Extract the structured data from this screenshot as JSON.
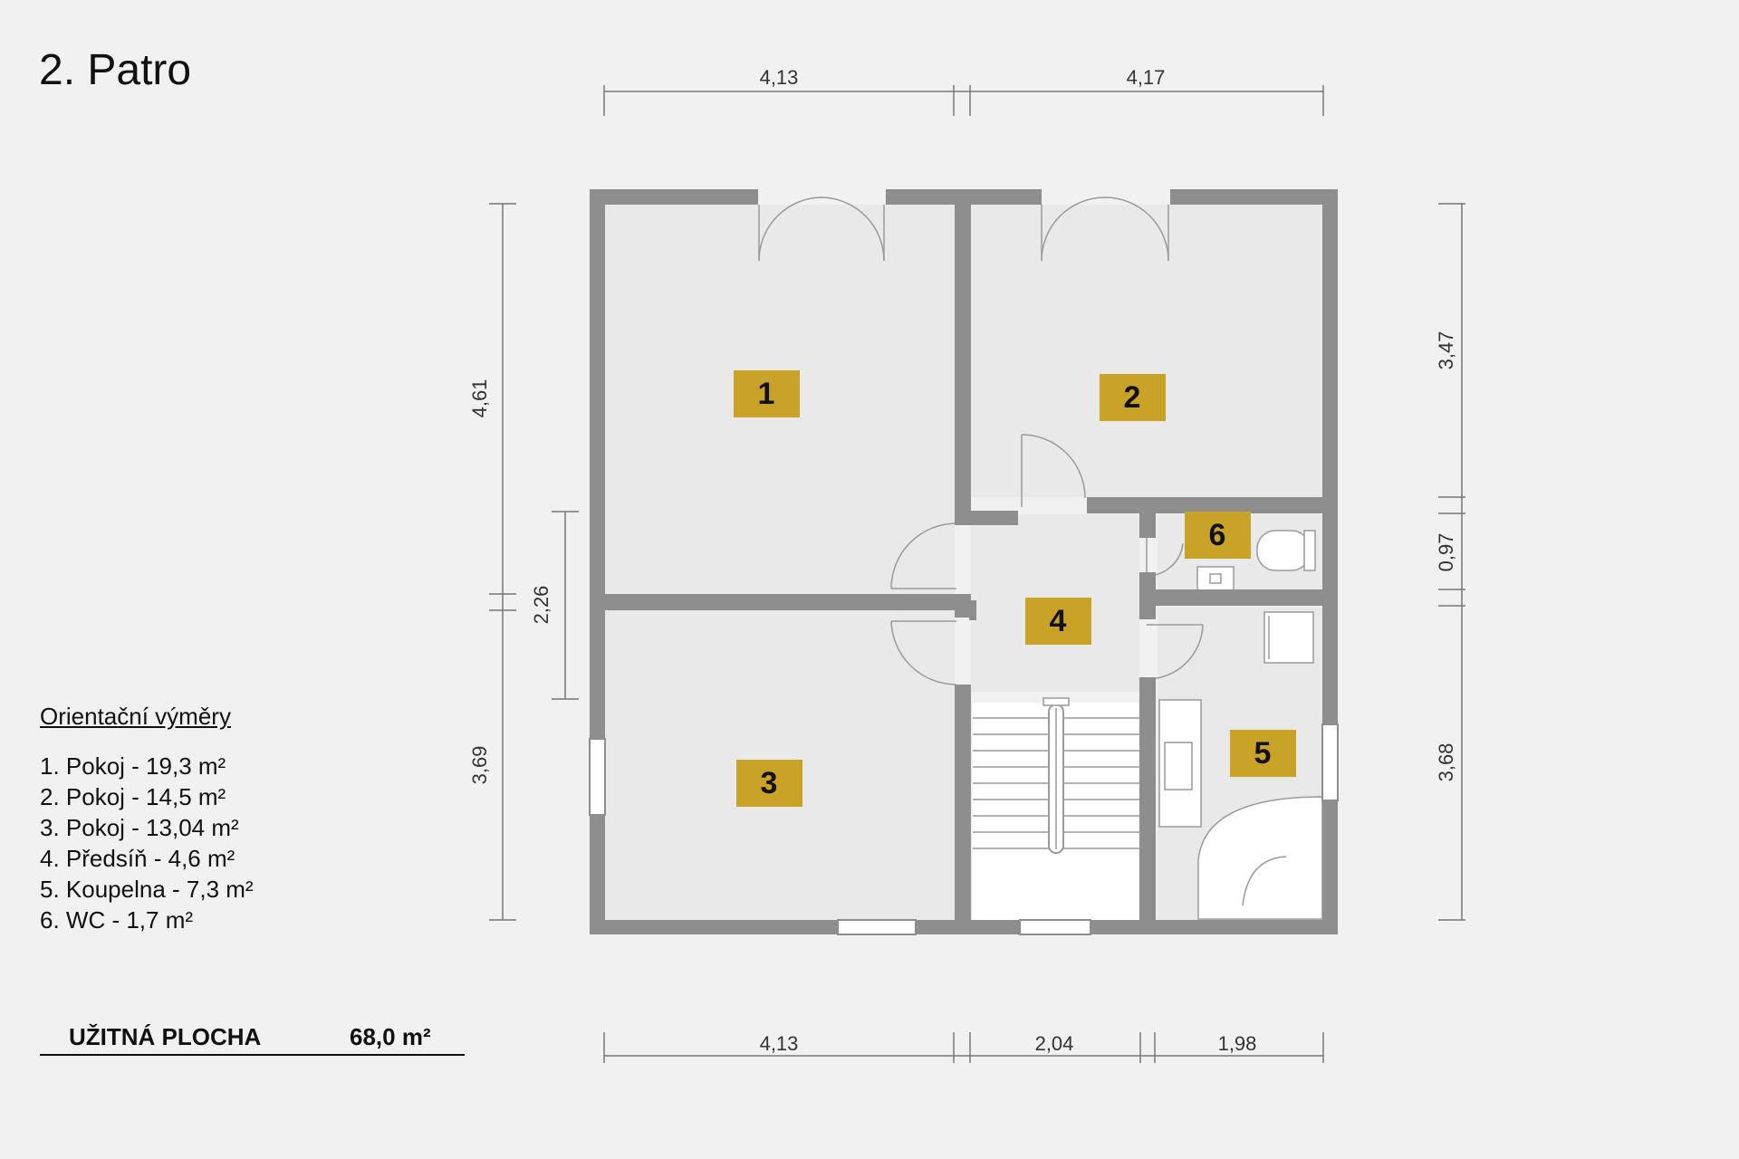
{
  "title": "2. Patro",
  "legend_title": "Orientační výměry",
  "rooms": [
    {
      "number": "1",
      "entry": "1. Pokoj - 19,3 m²"
    },
    {
      "number": "2",
      "entry": "2. Pokoj - 14,5 m²"
    },
    {
      "number": "3",
      "entry": "3. Pokoj - 13,04 m²"
    },
    {
      "number": "4",
      "entry": "4. Předsíň - 4,6 m²"
    },
    {
      "number": "5",
      "entry": "5. Koupelna - 7,3 m²"
    },
    {
      "number": "6",
      "entry": "6. WC - 1,7 m²"
    }
  ],
  "total": {
    "label": "UŽITNÁ PLOCHA",
    "value": "68,0 m²"
  },
  "dimensions": {
    "top": [
      "4,13",
      "4,17"
    ],
    "bottom": [
      "4,13",
      "2,04",
      "1,98"
    ],
    "left": [
      "4,61",
      "2,26",
      "3,69"
    ],
    "right": [
      "3,47",
      "0,97",
      "3,68"
    ]
  },
  "colors": {
    "wall": "#8e8e8e",
    "room_fill": "#e9e9e9",
    "label": "#c9a228",
    "dim_line": "#777777"
  }
}
